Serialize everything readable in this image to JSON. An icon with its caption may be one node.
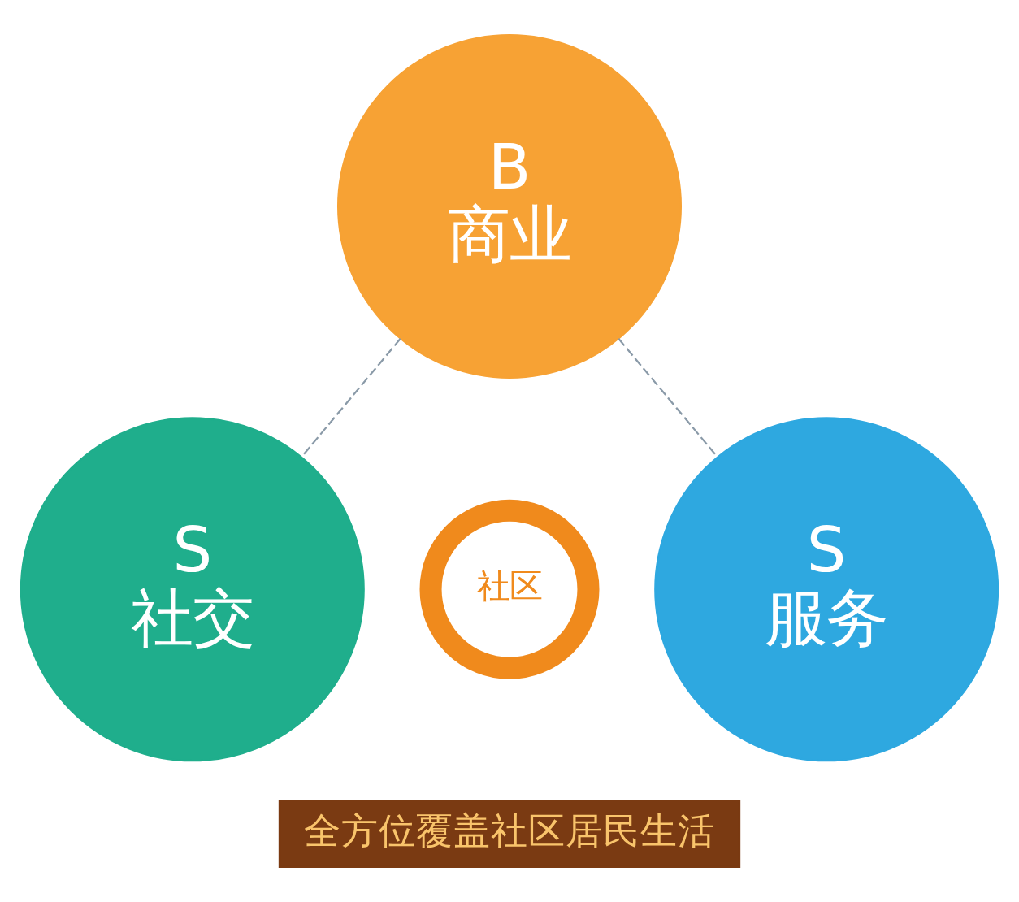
{
  "diagram": {
    "nodes": [
      {
        "text": [
          "B",
          "商业"
        ]
      },
      {
        "text": [
          "社区"
        ]
      },
      {
        "text": [
          "S",
          "社交"
        ]
      },
      {
        "text": [
          "S",
          "服务"
        ]
      },
      {
        "text": [
          "全方位覆盖社区居民生活"
        ]
      }
    ],
    "edges": [
      {
        "from": 0,
        "to": 2,
        "arrow": "none",
        "style": "dashed"
      },
      {
        "from": 0,
        "to": 3,
        "arrow": "none",
        "style": "dashed"
      }
    ]
  }
}
